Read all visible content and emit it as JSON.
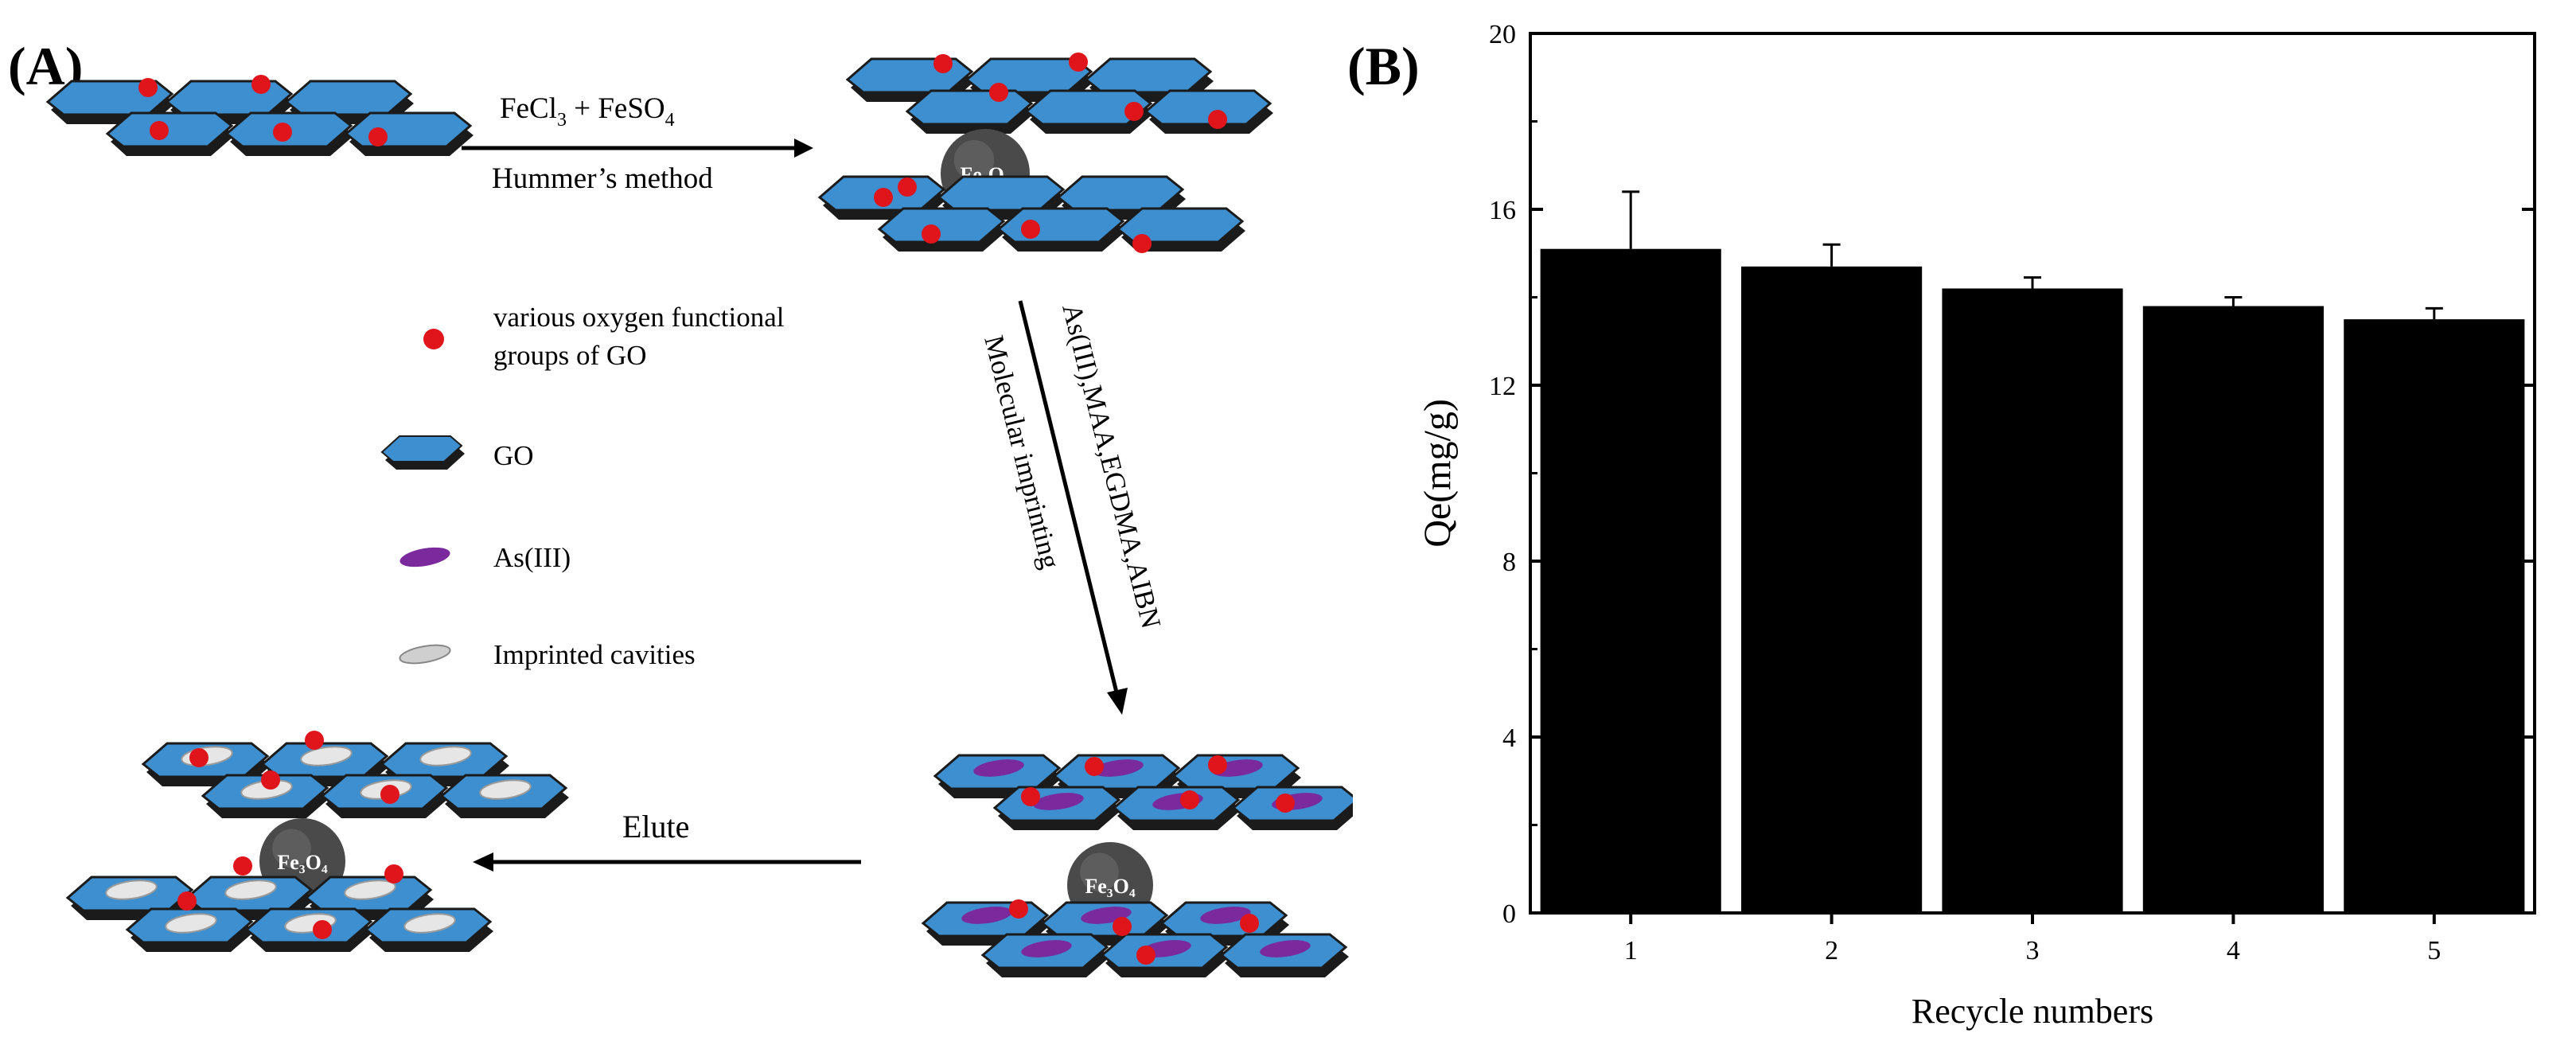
{
  "panelA": {
    "label": "(A)",
    "step1": {
      "reagent_main": "FeCl",
      "reagent_sub": "3",
      "reagent_tail": " + FeSO",
      "reagent_sub2": "4",
      "method": "Hummer’s method"
    },
    "step2": {
      "reagents": "As(III),MAA,EGDMA,AIBN",
      "process": "Molecular imprinting"
    },
    "step3": {
      "label": "Elute"
    },
    "core_label": "Fe₃O₄",
    "legend": [
      {
        "icon": "red-dot-icon",
        "line1": "various oxygen functional",
        "line2": "groups of GO"
      },
      {
        "icon": "go-sheet-icon",
        "line1": "GO",
        "line2": ""
      },
      {
        "icon": "as-iii-icon",
        "line1": "As(III)",
        "line2": ""
      },
      {
        "icon": "imprinted-cavity-icon",
        "line1": "Imprinted cavities",
        "line2": ""
      }
    ],
    "colors": {
      "sheet": "#3d8fcf",
      "sheet_edge": "#1b1b1b",
      "dot": "#e0141b",
      "as": "#7a2a9c",
      "cavity": "#d9d9d9",
      "core": "#4a4a4a"
    }
  },
  "panelB": {
    "label": "(B)"
  },
  "chart_data": {
    "type": "bar",
    "categories": [
      "1",
      "2",
      "3",
      "4",
      "5"
    ],
    "values": [
      15.1,
      14.7,
      14.2,
      13.8,
      13.5
    ],
    "errors": [
      1.3,
      0.5,
      0.25,
      0.2,
      0.25
    ],
    "xlabel": "Recycle numbers",
    "ylabel": "Qe(mg/g)",
    "ylim": [
      0,
      20
    ],
    "yticks": [
      "0",
      "4",
      "8",
      "12",
      "16",
      "20"
    ],
    "bar_color": "#000000"
  }
}
